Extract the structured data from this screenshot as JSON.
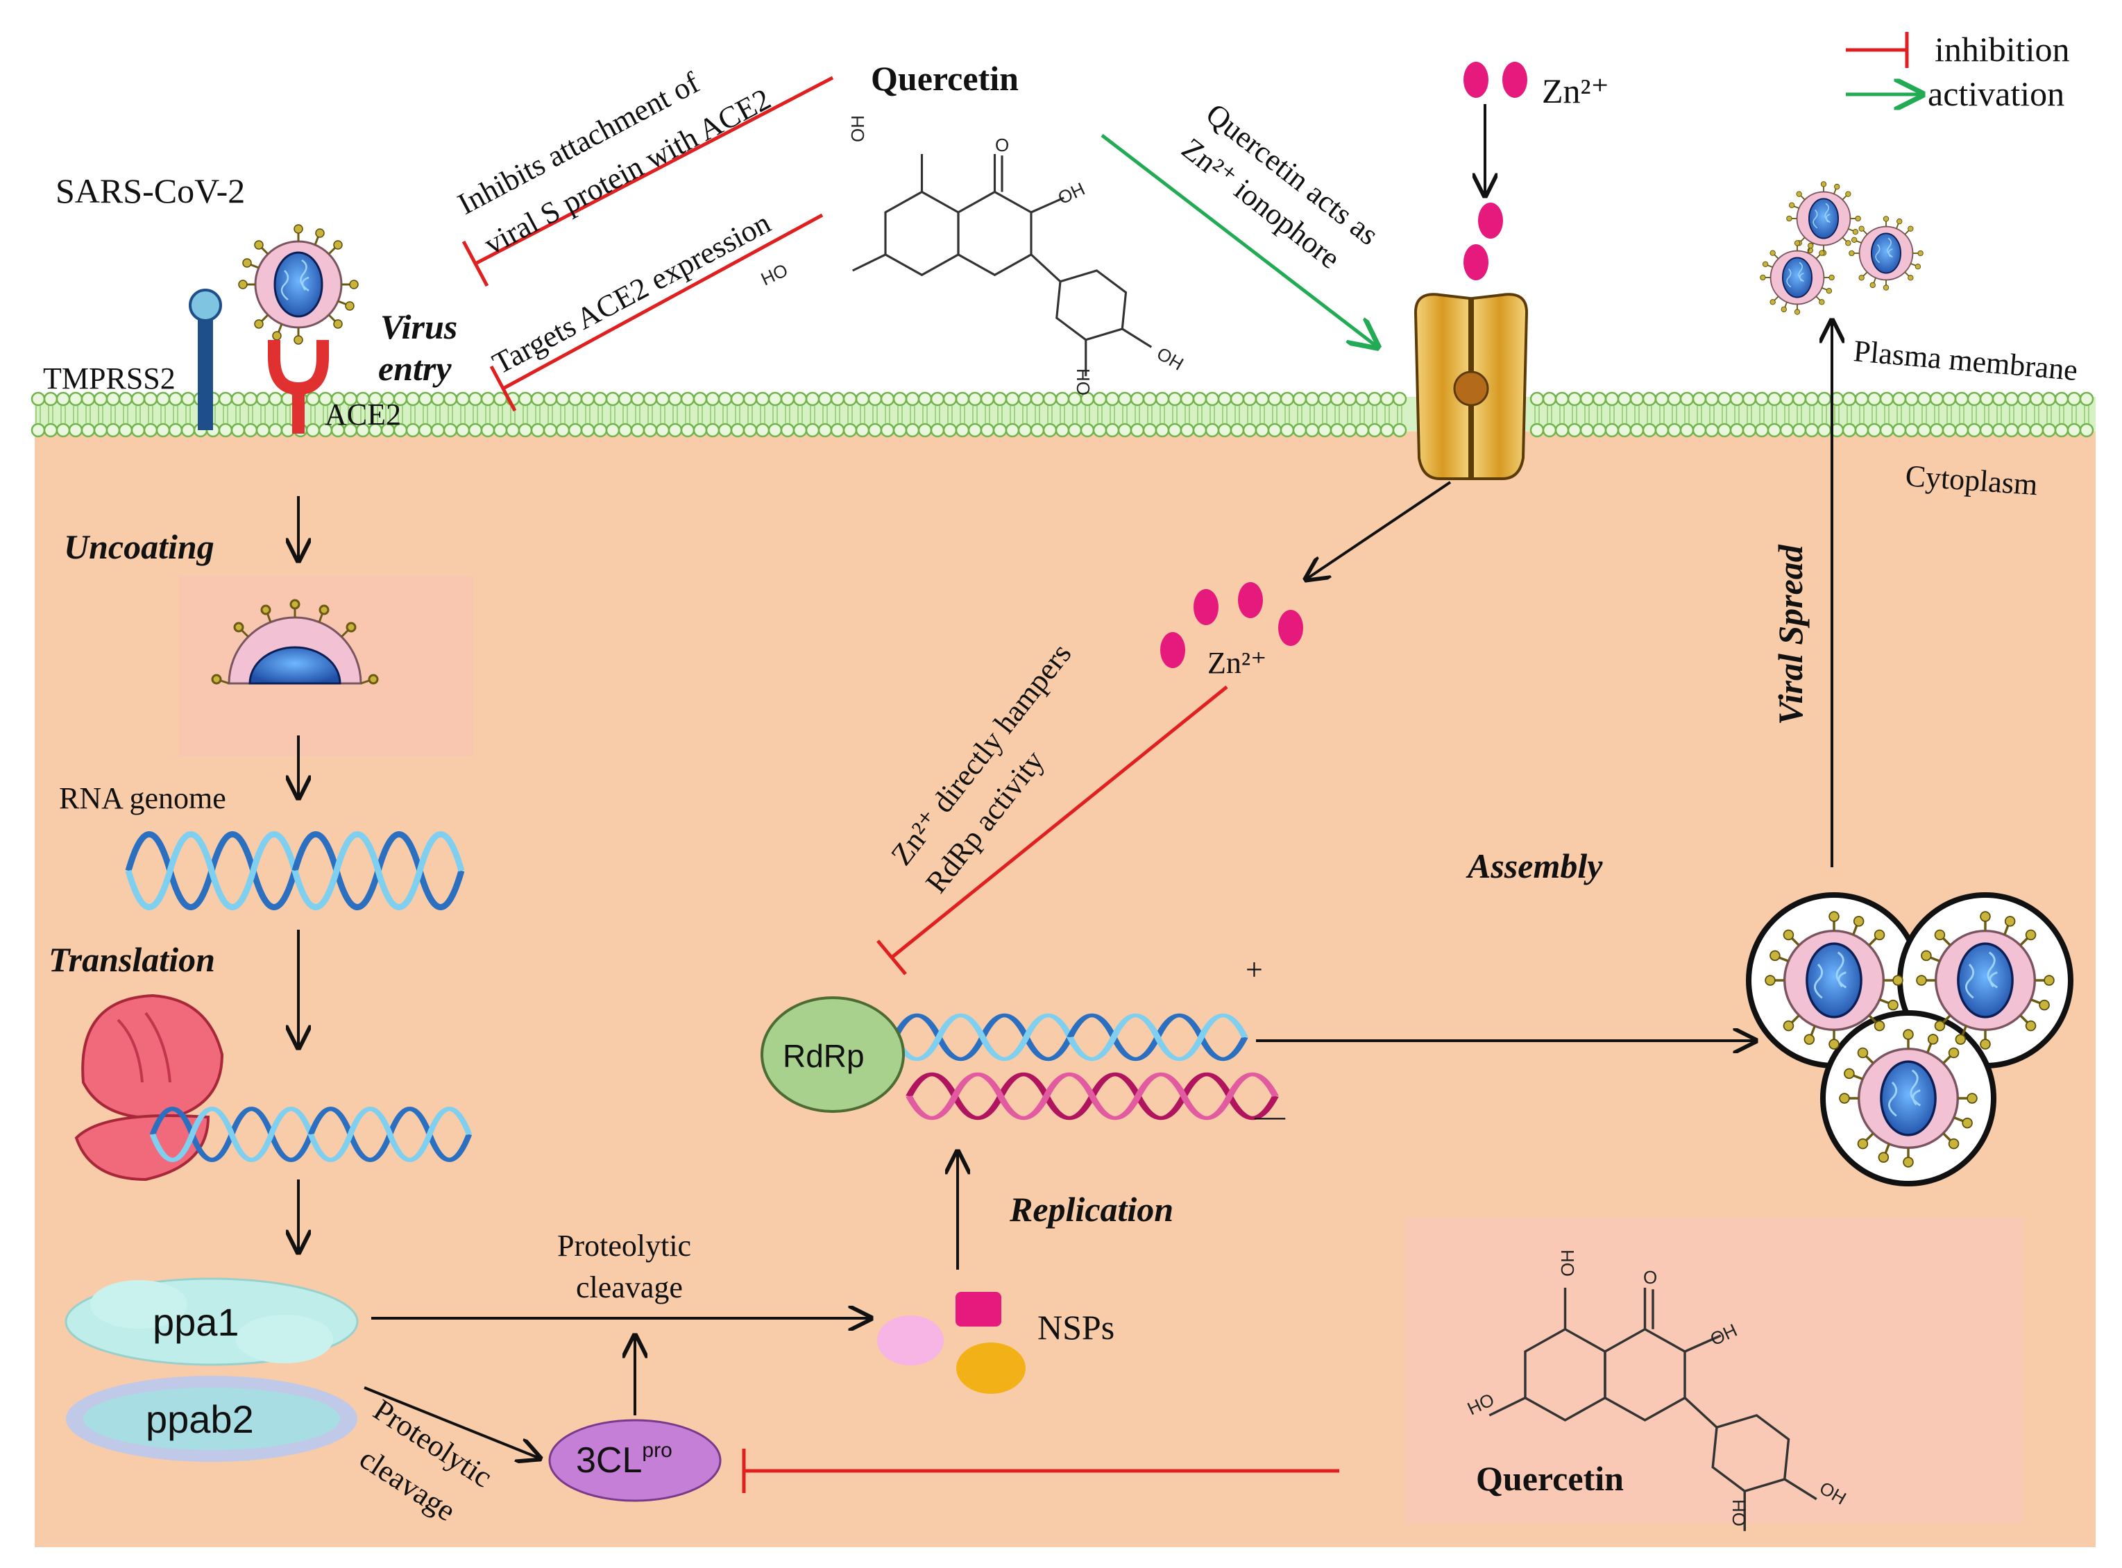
{
  "legend": {
    "inhibition": "inhibition",
    "activation": "activation"
  },
  "virus": {
    "name": "SARS-CoV-2",
    "tmprss2": "TMPRSS2",
    "ace2": "ACE2",
    "entry_line1": "Virus",
    "entry_line2": "entry"
  },
  "quercetin_top": {
    "name": "Quercetin",
    "inhibit1_line1": "Inhibits attachment of",
    "inhibit1_line2": "viral S protein with ACE2",
    "inhibit2": "Targets ACE2 expression",
    "ionophore_line1": "Quercetin acts as",
    "ionophore_line2": "Zn²⁺ ionophore"
  },
  "zinc": {
    "label_top": "Zn²⁺",
    "label_mid": "Zn²⁺",
    "hamper_line1": "Zn²⁺ directly hampers",
    "hamper_line2": "RdRp activity"
  },
  "membrane": {
    "plasma": "Plasma membrane",
    "cytoplasm": "Cytoplasm"
  },
  "steps": {
    "uncoating": "Uncoating",
    "rna": "RNA genome",
    "translation": "Translation",
    "ppa1": "ppa1",
    "ppab2": "ppab2",
    "proteolytic1_line1": "Proteolytic",
    "proteolytic1_line2": "cleavage",
    "proteolytic2_line1": "Proteolytic",
    "proteolytic2_line2": "cleavage",
    "protease_base": "3CL",
    "protease_sup": "pro",
    "nsps": "NSPs",
    "replication": "Replication",
    "rdrp": "RdRp",
    "plus": "+",
    "minus": "—",
    "assembly": "Assembly",
    "viral_spread": "Viral Spread"
  },
  "quercetin_bottom": {
    "name": "Quercetin"
  },
  "chem_labels": {
    "oh": "OH",
    "ho": "HO",
    "o": "O"
  },
  "colors": {
    "cytoplasm": "#f8cba9",
    "inhibition": "#e02020",
    "activation": "#22aa55",
    "zinc": "#e6197c",
    "rdrp": "#a9d18e",
    "protease": "#c67fd6",
    "polyprotein": "#bfeeea"
  }
}
